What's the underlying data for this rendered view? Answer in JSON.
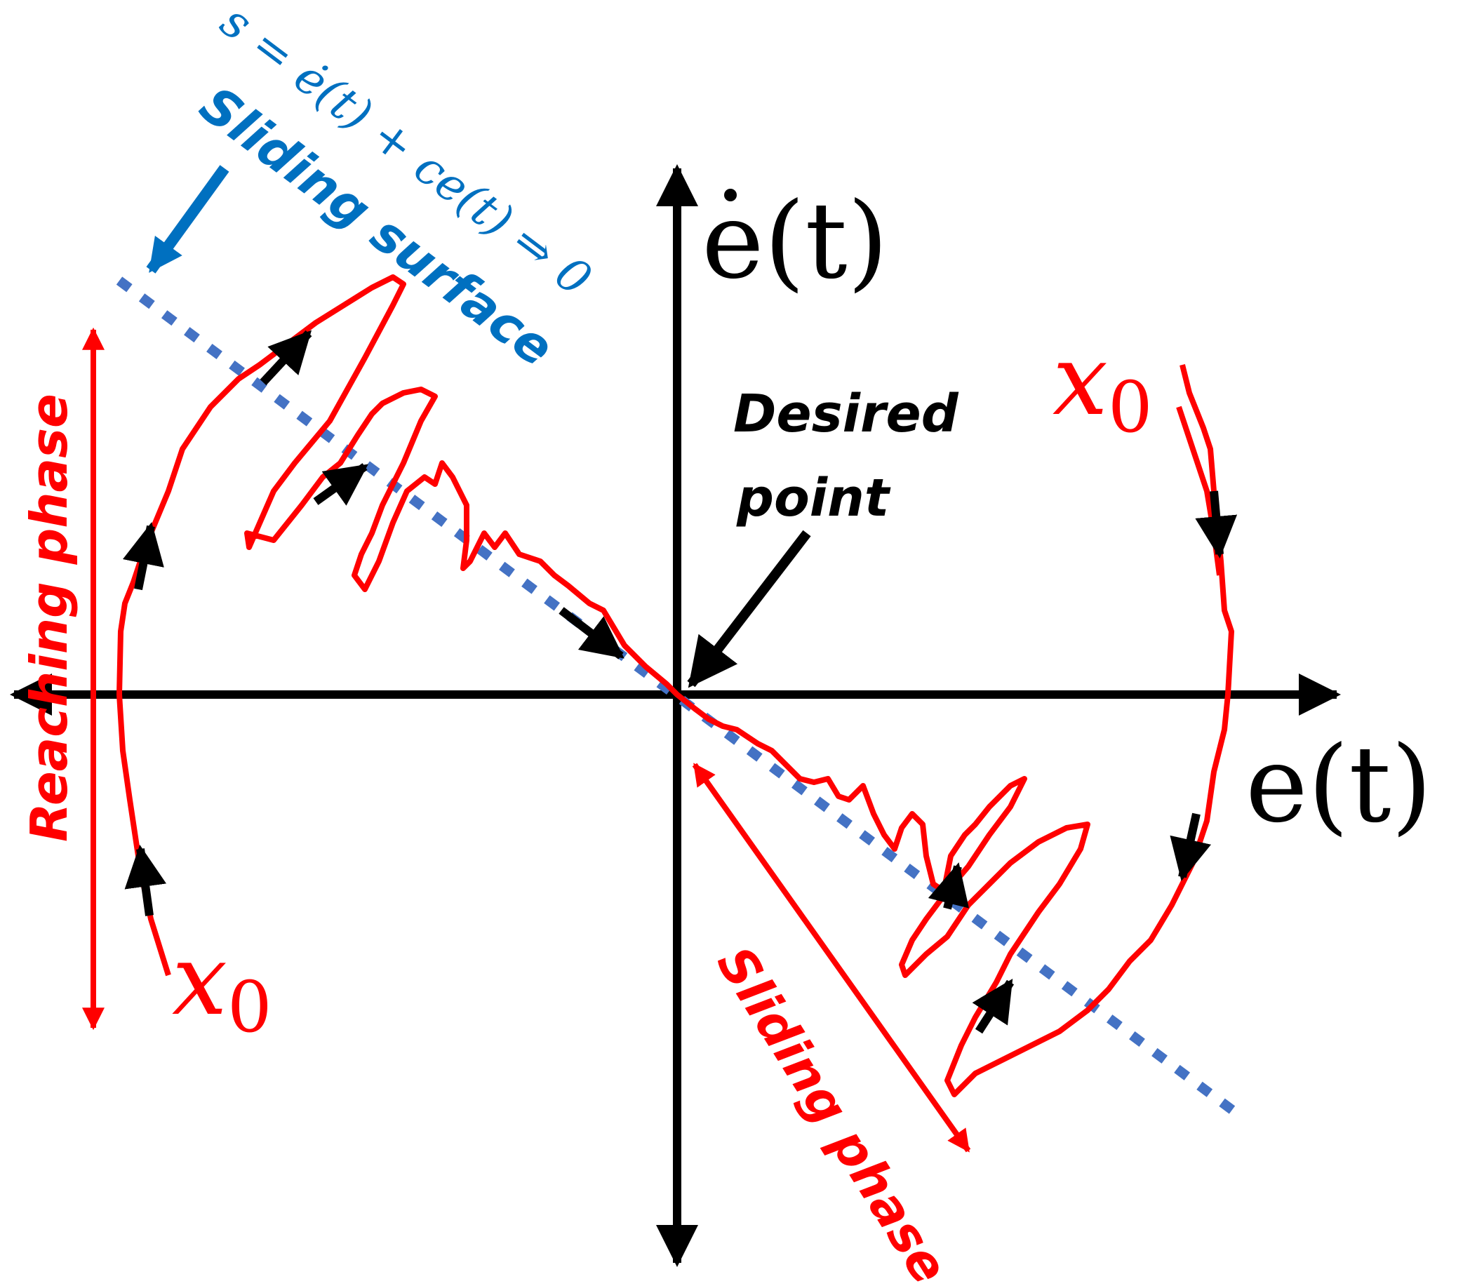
{
  "colors": {
    "axis": "#000000",
    "trajectory": "#ff0000",
    "surface": "#4472c4",
    "surface_text": "#0070c0",
    "label_red": "#ff0000",
    "text_black": "#000000"
  },
  "axes": {
    "x_label_e": "e",
    "x_label_t": "(t)",
    "y_label_e": "e",
    "y_label_t": "(t)"
  },
  "surface": {
    "equation": "s = ė(t) + ce(t) ⇒ 0",
    "label": "Sliding surface"
  },
  "initial_points": {
    "left": {
      "symbol": "x",
      "subscript": "0"
    },
    "right": {
      "symbol": "x",
      "subscript": "0"
    }
  },
  "labels": {
    "desired_line1": "Desired",
    "desired_line2": "point",
    "reaching_phase": "Reaching phase",
    "sliding_phase": "Sliding phase"
  }
}
